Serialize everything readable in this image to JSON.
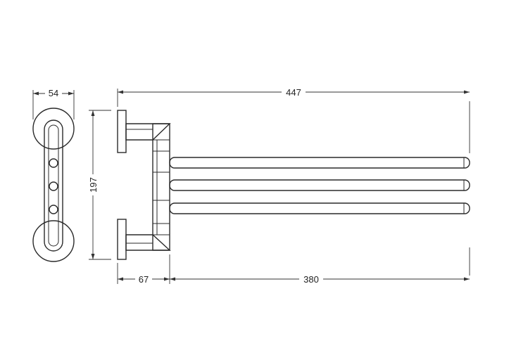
{
  "dimensions": {
    "width_side": "54",
    "overall_length": "447",
    "height": "197",
    "bracket_depth": "67",
    "arm_length": "380"
  }
}
